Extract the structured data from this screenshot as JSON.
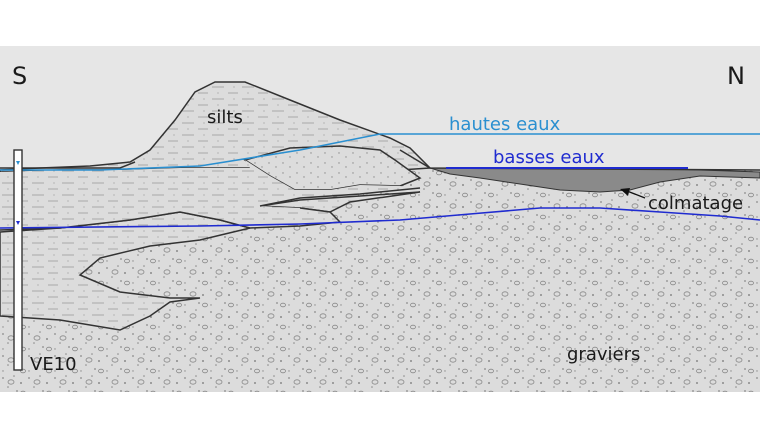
{
  "labels": {
    "south": "S",
    "north": "N",
    "silts": "silts",
    "high_water": "hautes eaux",
    "low_water": "basses eaux",
    "clogging": "colmatage",
    "gravels": "graviers",
    "well": "VE10"
  },
  "colors": {
    "sky": "#e6e6e6",
    "soil": "#dcdcdc",
    "outline": "#333333",
    "high_water": "#2a8fd0",
    "low_water": "#1f2bd0",
    "clogging_layer": "#8a8a8a"
  }
}
